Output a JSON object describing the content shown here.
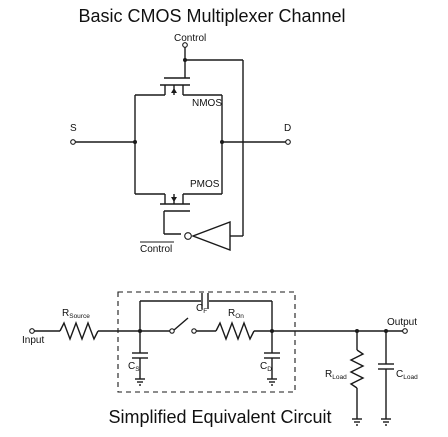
{
  "top_title": "Basic CMOS Multiplexer Channel",
  "bottom_title": "Simplified Equivalent Circuit",
  "labels": {
    "control": "Control",
    "control_bar": "Control",
    "s": "S",
    "d": "D",
    "nmos": "NMOS",
    "pmos": "PMOS",
    "input": "Input",
    "output": "Output",
    "r_source": "R",
    "r_source_sub": "Source",
    "c_f": "C",
    "c_f_sub": "F",
    "r_on": "R",
    "r_on_sub": "On",
    "c_s": "C",
    "c_s_sub": "S",
    "c_d": "C",
    "c_d_sub": "D",
    "r_load": "R",
    "r_load_sub": "Load",
    "c_load": "C",
    "c_load_sub": "Load"
  },
  "icons": [
    "nmos-transistor-icon",
    "pmos-transistor-icon",
    "inverter-icon",
    "switch-icon",
    "resistor-icon",
    "capacitor-icon",
    "ground-icon"
  ]
}
